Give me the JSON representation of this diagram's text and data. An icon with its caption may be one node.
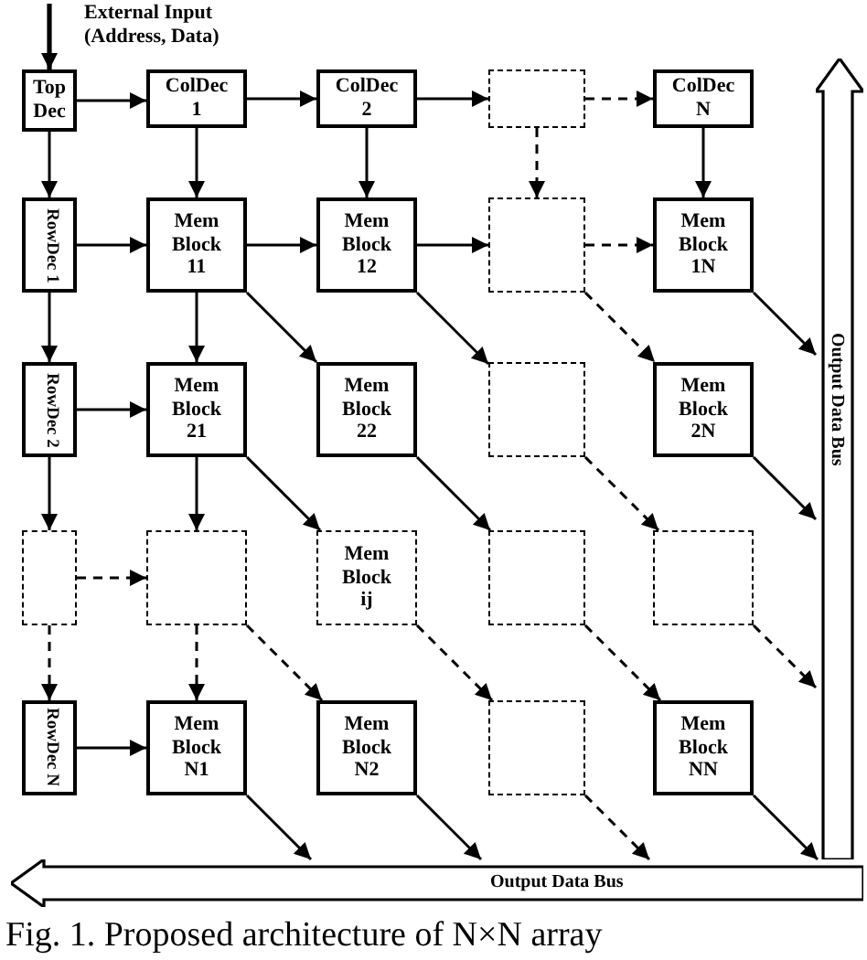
{
  "diagram": {
    "caption": "Fig. 1. Proposed architecture of N×N array",
    "nodes": [
      {
        "text": [
          "Top Dec"
        ]
      },
      {
        "text": [
          "ColDec 1"
        ]
      },
      {
        "text": [
          "ColDec 2"
        ]
      },
      {
        "text": [],
        "shape": "box"
      },
      {
        "text": [
          "ColDec N"
        ]
      },
      {
        "text": [
          "RowDec 1"
        ]
      },
      {
        "text": [
          "Mem Block 11"
        ]
      },
      {
        "text": [
          "Mem Block 12"
        ]
      },
      {
        "text": [],
        "shape": "box"
      },
      {
        "text": [
          "Mem Block 1N"
        ]
      },
      {
        "text": [
          "RowDec 2"
        ]
      },
      {
        "text": [
          "Mem Block 21"
        ]
      },
      {
        "text": [
          "Mem Block 22"
        ]
      },
      {
        "text": [],
        "shape": "box"
      },
      {
        "text": [
          "Mem Block 2N"
        ]
      },
      {
        "text": [],
        "shape": "box"
      },
      {
        "text": [],
        "shape": "box"
      },
      {
        "text": [
          "Mem Block ij"
        ]
      },
      {
        "text": [],
        "shape": "box"
      },
      {
        "text": [],
        "shape": "box"
      },
      {
        "text": [
          "RowDec N"
        ]
      },
      {
        "text": [
          "Mem Block N1"
        ]
      },
      {
        "text": [
          "Mem Block N2"
        ]
      },
      {
        "text": [],
        "shape": "box"
      },
      {
        "text": [
          "Mem Block NN"
        ]
      },
      {
        "text": [
          "Output Data Bus"
        ]
      },
      {
        "text": [
          "Output Data Bus"
        ]
      }
    ],
    "edges": [
      {
        "from": null,
        "to": 0,
        "arrow": "to",
        "label": "External Input (Address, Data)"
      },
      {
        "from": 0,
        "to": 1,
        "arrow": "to"
      },
      {
        "from": 1,
        "to": 2,
        "arrow": "to"
      },
      {
        "from": 2,
        "to": 3,
        "arrow": "to"
      },
      {
        "from": 3,
        "to": 4,
        "arrow": "to",
        "style": "dashed"
      },
      {
        "from": 0,
        "to": 5,
        "arrow": "to"
      },
      {
        "from": 1,
        "to": 6,
        "arrow": "to"
      },
      {
        "from": 2,
        "to": 7,
        "arrow": "to"
      },
      {
        "from": 3,
        "to": 8,
        "arrow": "to",
        "style": "dashed"
      },
      {
        "from": 4,
        "to": 9,
        "arrow": "to"
      },
      {
        "from": 5,
        "to": 6,
        "arrow": "to"
      },
      {
        "from": 6,
        "to": 7,
        "arrow": "to"
      },
      {
        "from": 7,
        "to": 8,
        "arrow": "to"
      },
      {
        "from": 8,
        "to": 9,
        "arrow": "to",
        "style": "dashed"
      },
      {
        "from": 5,
        "to": 10,
        "arrow": "to"
      },
      {
        "from": 6,
        "to": 11,
        "arrow": "to"
      },
      {
        "from": 6,
        "to": 12,
        "arrow": "to"
      },
      {
        "from": 7,
        "to": 13,
        "arrow": "to"
      },
      {
        "from": 8,
        "to": 14,
        "arrow": "to",
        "style": "dashed"
      },
      {
        "from": 9,
        "to": 25,
        "arrow": "to"
      },
      {
        "from": 10,
        "to": 11,
        "arrow": "to"
      },
      {
        "from": 10,
        "to": 15,
        "arrow": "to"
      },
      {
        "from": 11,
        "to": 16,
        "arrow": "to"
      },
      {
        "from": 11,
        "to": 17,
        "arrow": "to"
      },
      {
        "from": 12,
        "to": 18,
        "arrow": "to"
      },
      {
        "from": 13,
        "to": 19,
        "arrow": "to",
        "style": "dashed"
      },
      {
        "from": 14,
        "to": 25,
        "arrow": "to"
      },
      {
        "from": 15,
        "to": 16,
        "arrow": "to",
        "style": "dashed"
      },
      {
        "from": 15,
        "to": 20,
        "arrow": "to",
        "style": "dashed"
      },
      {
        "from": 16,
        "to": 21,
        "arrow": "to",
        "style": "dashed"
      },
      {
        "from": 16,
        "to": 22,
        "arrow": "to",
        "style": "dashed"
      },
      {
        "from": 17,
        "to": 23,
        "arrow": "to",
        "style": "dashed"
      },
      {
        "from": 18,
        "to": 24,
        "arrow": "to",
        "style": "dashed"
      },
      {
        "from": 19,
        "to": 25,
        "arrow": "to",
        "style": "dashed"
      },
      {
        "from": 20,
        "to": 21,
        "arrow": "to"
      },
      {
        "from": 21,
        "to": 26,
        "arrow": "to"
      },
      {
        "from": 22,
        "to": 26,
        "arrow": "to"
      },
      {
        "from": 23,
        "to": 26,
        "arrow": "to",
        "style": "dashed"
      },
      {
        "from": 24,
        "to": 26,
        "arrow": "to"
      }
    ]
  }
}
